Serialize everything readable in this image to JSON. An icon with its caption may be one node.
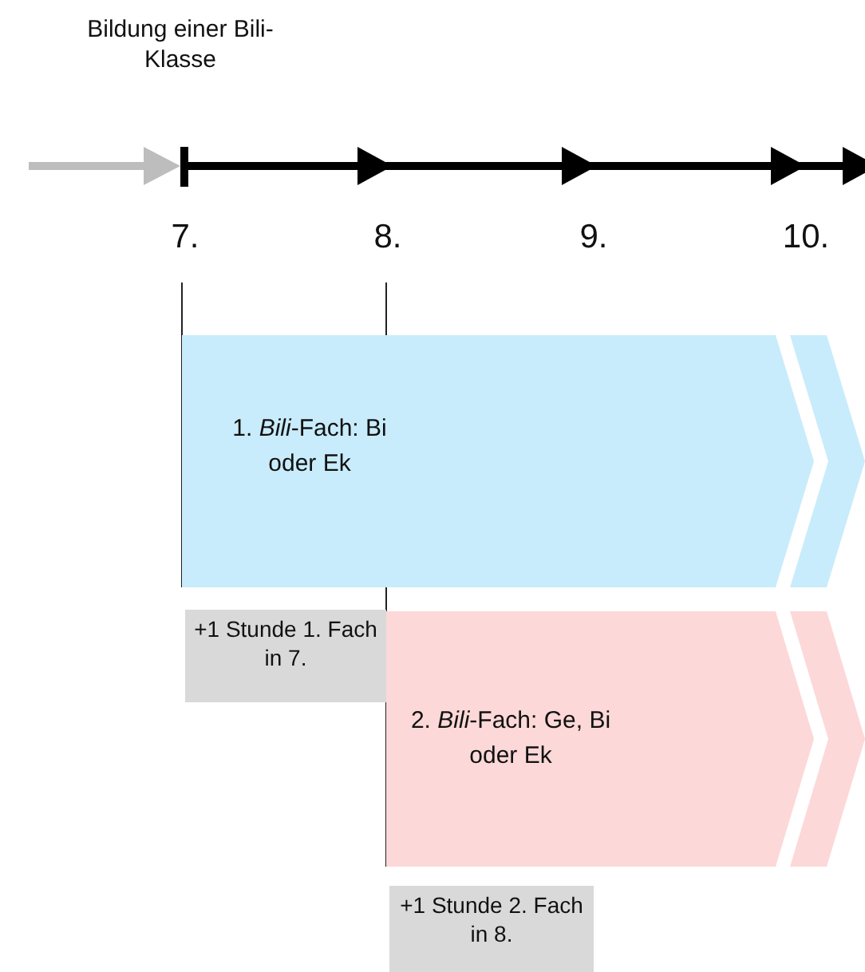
{
  "diagram": {
    "nodes": [
      {
        "text": [
          "1. *Bili*-Fach: Bi oder Ek"
        ]
      },
      {
        "text": [],
        "shape": "chevron"
      },
      {
        "text": [
          "+1 Stunde 1. Fach in 7."
        ]
      },
      {
        "text": [
          "2. *Bili*-Fach: Ge, Bi oder Ek"
        ]
      },
      {
        "text": [],
        "shape": "chevron"
      },
      {
        "text": [
          "+1 Stunde 2. Fach in 8."
        ]
      }
    ],
    "edges": [],
    "labels": [
      "Bildung einer Bili-Klasse",
      "7.",
      "8.",
      "9.",
      "10."
    ]
  }
}
